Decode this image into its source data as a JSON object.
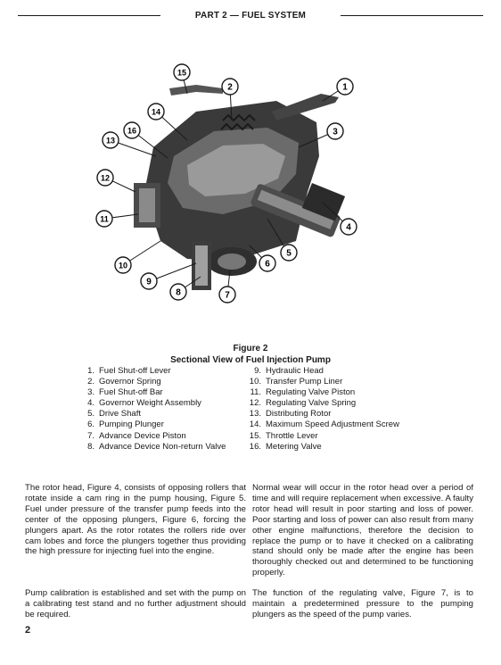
{
  "header": {
    "title": "PART 2 — FUEL SYSTEM"
  },
  "figure": {
    "callouts": [
      "1",
      "2",
      "3",
      "4",
      "5",
      "6",
      "7",
      "8",
      "9",
      "10",
      "11",
      "12",
      "13",
      "14",
      "15",
      "16"
    ],
    "caption_title": "Figure 2",
    "caption_subtitle": "Sectional View of Fuel Injection Pump"
  },
  "legend": {
    "left": [
      {
        "num": "1.",
        "label": "Fuel Shut-off Lever"
      },
      {
        "num": "2.",
        "label": "Governor Spring"
      },
      {
        "num": "3.",
        "label": "Fuel Shut-off Bar"
      },
      {
        "num": "4.",
        "label": "Governor Weight Assembly"
      },
      {
        "num": "5.",
        "label": "Drive Shaft"
      },
      {
        "num": "6.",
        "label": "Pumping Plunger"
      },
      {
        "num": "7.",
        "label": "Advance Device Piston"
      },
      {
        "num": "8.",
        "label": "Advance Device Non-return Valve"
      }
    ],
    "right": [
      {
        "num": "9.",
        "label": "Hydraulic Head"
      },
      {
        "num": "10.",
        "label": "Transfer Pump Liner"
      },
      {
        "num": "11.",
        "label": "Regulating Valve Piston"
      },
      {
        "num": "12.",
        "label": "Regulating Valve Spring"
      },
      {
        "num": "13.",
        "label": "Distributing Rotor"
      },
      {
        "num": "14.",
        "label": "Maximum Speed Adjustment Screw"
      },
      {
        "num": "15.",
        "label": "Throttle Lever"
      },
      {
        "num": "16.",
        "label": "Metering Valve"
      }
    ]
  },
  "body": {
    "p1": "The rotor head, Figure 4, consists of opposing rollers that rotate inside a cam ring in the pump housing, Figure 5. Fuel under pressure of the transfer pump feeds into the center of the opposing plungers, Figure 6, forcing the plungers apart. As the rotor rotates the rollers ride over cam lobes and force the plungers together thus providing the high pressure for injecting fuel into the engine.",
    "p2": "Pump calibration is established and set with the pump on a calibrating test stand and no further adjustment should be required.",
    "p3": "Normal wear will occur in the rotor head over a period of time and will require replacement when excessive. A faulty rotor head will result in poor starting and loss of power. Poor starting and loss of power can also result from many other engine malfunctions, therefore the decision to replace the pump or to have it checked on a calibrating stand should only be made after the engine has been thoroughly checked out and determined to be functioning properly.",
    "p4": "The function of the regulating valve, Figure 7, is to maintain a predetermined pressure to the pumping plungers as the speed of the pump varies."
  },
  "page_number": "2"
}
